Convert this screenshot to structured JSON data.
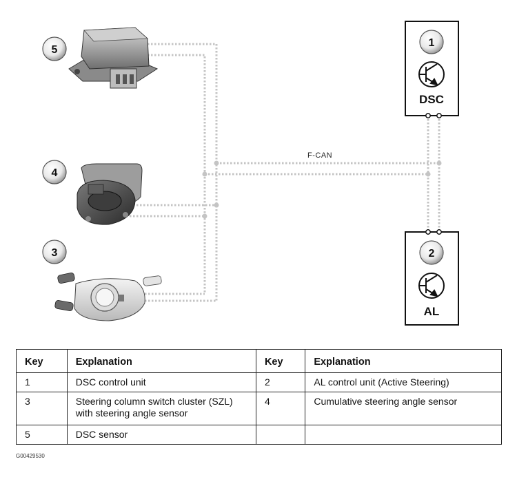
{
  "diagram": {
    "bus_label": "F-CAN",
    "dsc_unit": {
      "number": "1",
      "label": "DSC"
    },
    "al_unit": {
      "number": "2",
      "label": "AL"
    },
    "component_3": {
      "number": "3"
    },
    "component_4": {
      "number": "4"
    },
    "component_5": {
      "number": "5"
    }
  },
  "key_table": {
    "headers": {
      "key_1": "Key",
      "explanation_1": "Explanation",
      "key_2": "Key",
      "explanation_2": "Explanation"
    },
    "rows": [
      {
        "key_a": "1",
        "text_a": "DSC control unit",
        "key_b": "2",
        "text_b": "AL control unit (Active Steering)"
      },
      {
        "key_a": "3",
        "text_a": "Steering column switch cluster (SZL) with steering angle sensor",
        "key_b": "4",
        "text_b": "Cumulative steering angle sensor"
      },
      {
        "key_a": "5",
        "text_a": "DSC sensor",
        "key_b": "",
        "text_b": ""
      }
    ]
  },
  "figure_code": "G00429530",
  "colors": {
    "wire": "#c4c4c4",
    "outline": "#111111",
    "component_body": "#9a9a9a"
  }
}
